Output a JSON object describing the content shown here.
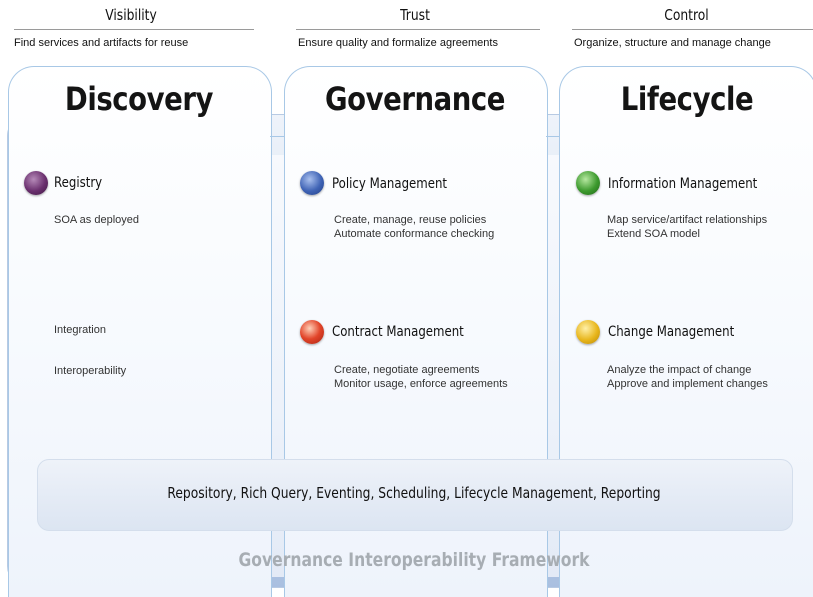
{
  "headers": [
    {
      "title": "Visibility",
      "subtitle": "Find services and artifacts for reuse"
    },
    {
      "title": "Trust",
      "subtitle": "Ensure quality and formalize agreements"
    },
    {
      "title": "Control",
      "subtitle": "Organize, structure and manage change"
    }
  ],
  "columns": [
    {
      "title": "Discovery",
      "items": [
        {
          "title": "Registry",
          "color": "#6a2f6e",
          "lines": [
            "SOA as deployed"
          ]
        }
      ],
      "extras": [
        "Integration",
        "Interoperability"
      ]
    },
    {
      "title": "Governance",
      "items": [
        {
          "title": "Policy Management",
          "color": "#3f63b5",
          "lines": [
            "Create, manage, reuse policies",
            "Automate conformance checking"
          ]
        },
        {
          "title": "Contract Management",
          "color": "#e2452a",
          "lines": [
            "Create, negotiate agreements",
            "Monitor usage, enforce agreements"
          ]
        }
      ]
    },
    {
      "title": "Lifecycle",
      "items": [
        {
          "title": "Information Management",
          "color": "#3d9a2e",
          "lines": [
            "Map service/artifact relationships",
            "Extend SOA model"
          ]
        },
        {
          "title": "Change Management",
          "color": "#e8b61c",
          "lines": [
            "Analyze the impact of change",
            "Approve and implement changes"
          ]
        }
      ]
    }
  ],
  "platform_bar": "Repository, Rich Query, Eventing, Scheduling, Lifecycle Management, Reporting",
  "footer": "Governance Interoperability Framework"
}
